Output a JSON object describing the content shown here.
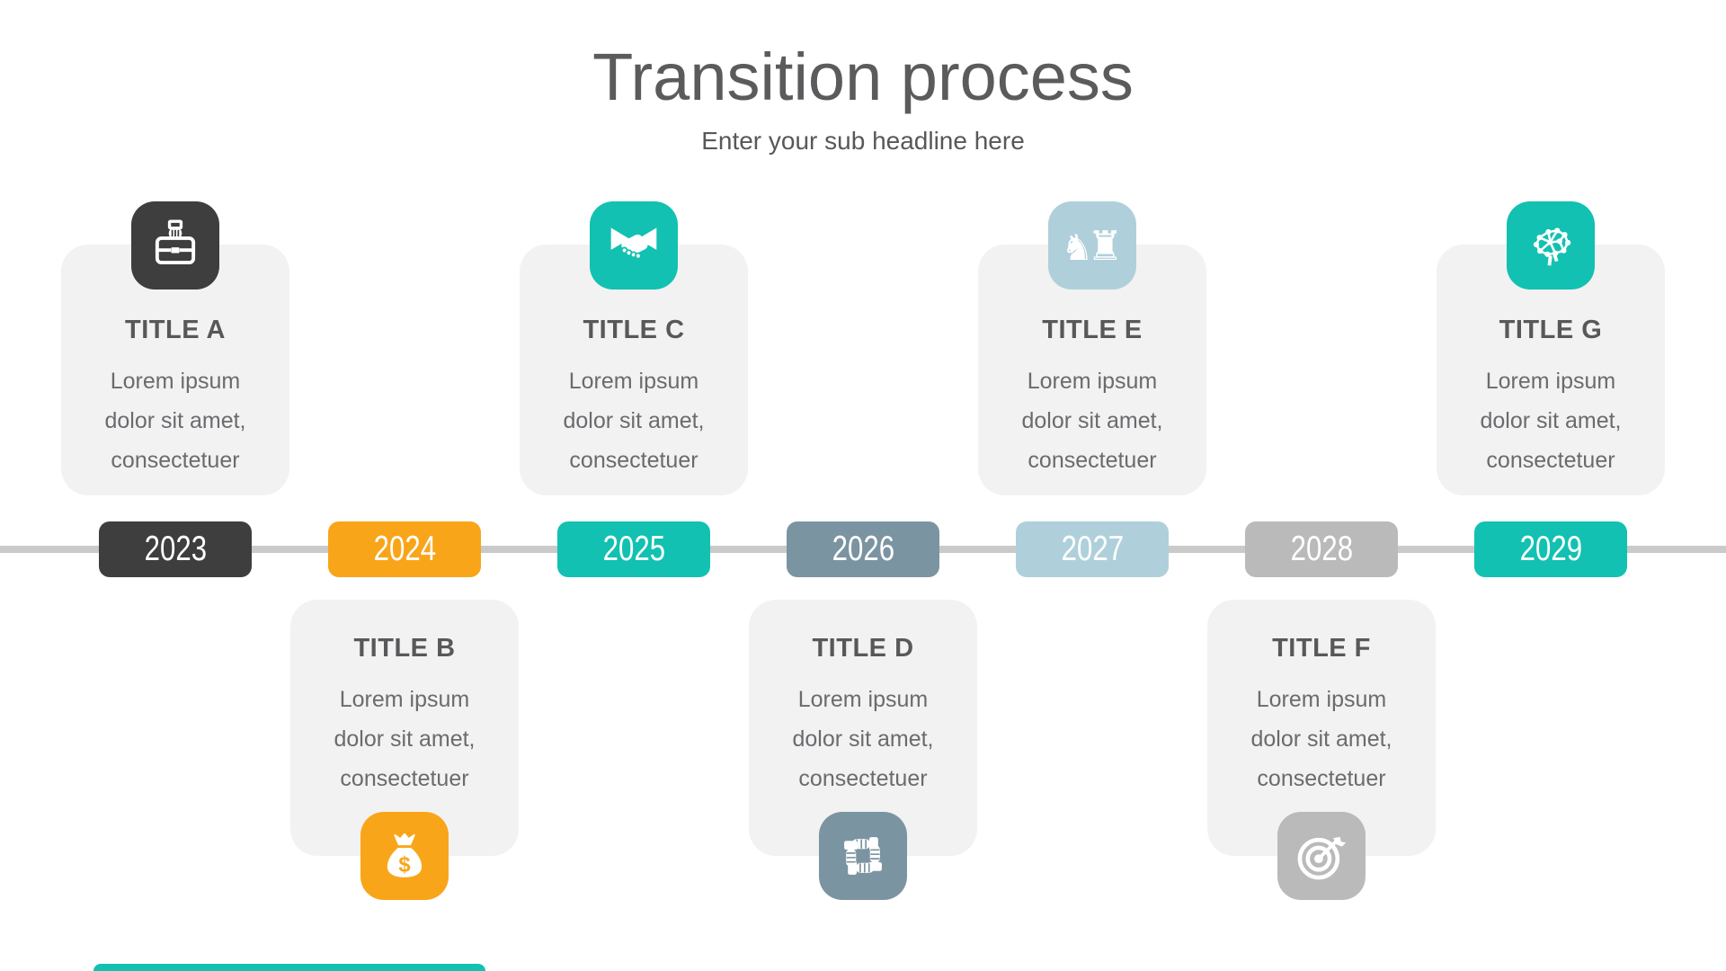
{
  "header": {
    "title": "Transition process",
    "subtitle": "Enter your sub headline here"
  },
  "milestones": [
    {
      "year": "2023",
      "title": "TITLE A",
      "body_lines": [
        "Lorem ipsum",
        "dolor sit amet,",
        "consectetuer"
      ],
      "side": "above",
      "accent": "#3E3E3E",
      "icon": "briefcase-icon"
    },
    {
      "year": "2024",
      "title": "TITLE B",
      "body_lines": [
        "Lorem ipsum",
        "dolor sit amet,",
        "consectetuer"
      ],
      "side": "below",
      "accent": "#F9A51A",
      "icon": "money-bag-icon"
    },
    {
      "year": "2025",
      "title": "TITLE C",
      "body_lines": [
        "Lorem ipsum",
        "dolor sit amet,",
        "consectetuer"
      ],
      "side": "above",
      "accent": "#12C1B1",
      "icon": "handshake-icon"
    },
    {
      "year": "2026",
      "title": "TITLE D",
      "body_lines": [
        "Lorem ipsum",
        "dolor sit amet,",
        "consectetuer"
      ],
      "side": "below",
      "accent": "#7B94A1",
      "icon": "teamwork-icon"
    },
    {
      "year": "2027",
      "title": "TITLE E",
      "body_lines": [
        "Lorem ipsum",
        "dolor sit amet,",
        "consectetuer"
      ],
      "side": "above",
      "accent": "#AFD0DB",
      "icon": "chess-icon"
    },
    {
      "year": "2028",
      "title": "TITLE F",
      "body_lines": [
        "Lorem ipsum",
        "dolor sit amet,",
        "consectetuer"
      ],
      "side": "below",
      "accent": "#BABABA",
      "icon": "target-icon"
    },
    {
      "year": "2029",
      "title": "TITLE G",
      "body_lines": [
        "Lorem ipsum",
        "dolor sit amet,",
        "consectetuer"
      ],
      "side": "above",
      "accent": "#12C1B1",
      "icon": "brain-icon"
    }
  ],
  "icons": {
    "dollar": "$",
    "chess_knight": "♞",
    "chess_rook": "♜"
  },
  "colors": {
    "card_background": "#F2F2F2",
    "timeline_line": "#CACACA",
    "title_text": "#5B5B5D",
    "body_text": "#6A6B6E",
    "footer_bar": "#12C1B1"
  }
}
